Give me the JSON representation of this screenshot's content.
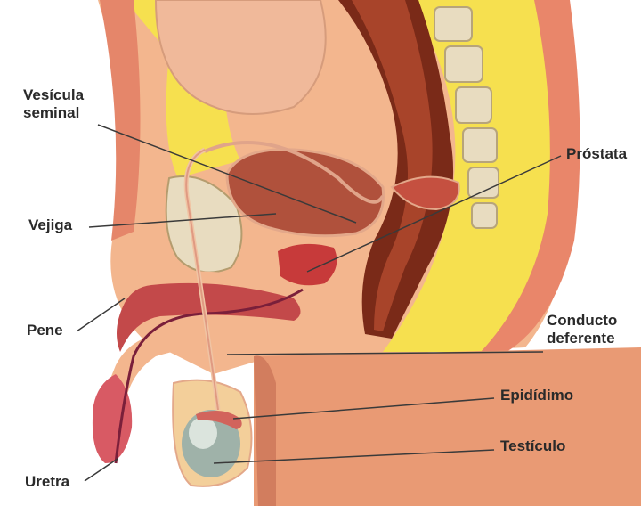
{
  "labels": {
    "vesicula_seminal": [
      "Vesícula",
      "seminal"
    ],
    "prostata": "Próstata",
    "vejiga": "Vejiga",
    "pene": "Pene",
    "conducto_deferente": [
      "Conducto",
      "deferente"
    ],
    "epididimo": "Epidídimo",
    "testiculo": "Testículo",
    "uretra": "Uretra"
  },
  "colors": {
    "skin": "#e9a079",
    "skin_dark": "#d27d5e",
    "fat": "#f6e04f",
    "muscle": "#c3494a",
    "rectum": "#7a2a18",
    "bladder": "#b0513c",
    "prostate": "#c73a3a",
    "bone": "#e8dcc0",
    "testis": "#9fb2a9",
    "leader": "#3a3a3a"
  }
}
